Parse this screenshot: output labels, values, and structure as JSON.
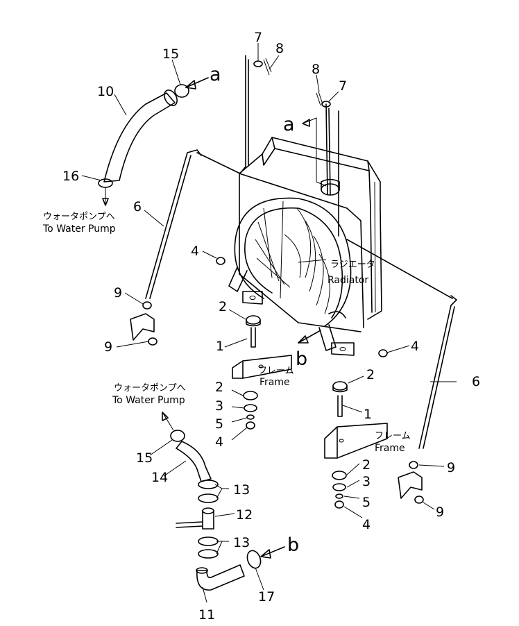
{
  "callouts": {
    "n7a": "7",
    "n8a": "8",
    "n8b": "8",
    "n7b": "7",
    "n15a": "15",
    "n10": "10",
    "n16": "16",
    "n6a": "6",
    "n4a": "4",
    "n2a": "2",
    "n1a": "1",
    "n9a": "9",
    "n9b": "9",
    "n4b": "4",
    "n2b": "2",
    "n6b": "6",
    "n2c": "2",
    "n3a": "3",
    "n5a": "5",
    "n4c": "4",
    "n1b": "1",
    "n15b": "15",
    "n14": "14",
    "n13a": "13",
    "n12": "12",
    "n13b": "13",
    "n11": "11",
    "n17": "17",
    "n9c": "9",
    "n9d": "9",
    "n2d": "2",
    "n3b": "3",
    "n5b": "5",
    "n4d": "4"
  },
  "letters": {
    "a1": "a",
    "a2": "a",
    "b1": "b",
    "b2": "b"
  },
  "notes": {
    "pump_top_jp": "ウォータポンプへ",
    "pump_top_en": "To Water Pump",
    "pump_mid_jp": "ウォータポンプへ",
    "pump_mid_en": "To Water Pump",
    "radiator_jp": "ラジエータ",
    "radiator_en": "Radiator",
    "frame_left_jp": "フレーム",
    "frame_left_en": "Frame",
    "frame_right_jp": "フレーム",
    "frame_right_en": "Frame"
  }
}
